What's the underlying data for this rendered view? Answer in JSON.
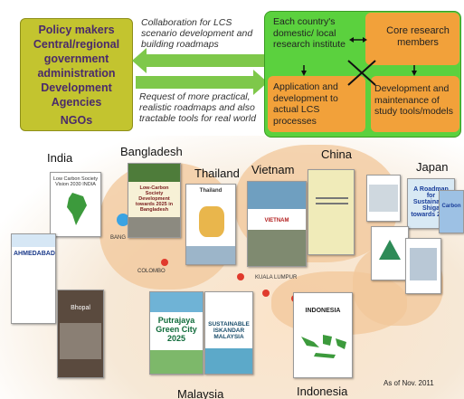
{
  "policy_box": {
    "lines": [
      "Policy makers",
      "Central/regional",
      "government",
      "administration",
      "Development",
      "Agencies",
      "NGOs"
    ]
  },
  "arrows": {
    "top_label": "Collaboration for LCS scenario development and building roadmaps",
    "bottom_label": "Request of more practical, realistic roadmaps and also tractable tools for real world"
  },
  "research": {
    "institute": "Each country's domestic/ local research institute",
    "core": "Core research members",
    "application": "Application and development to actual LCS processes",
    "development": "Development and maintenance of study tools/models"
  },
  "countries": {
    "india": "India",
    "bangladesh": "Bangladesh",
    "thailand": "Thailand",
    "vietnam": "Vietnam",
    "china": "China",
    "japan": "Japan",
    "malaysia": "Malaysia",
    "indonesia": "Indonesia"
  },
  "documents": {
    "india": "Low Carbon Society Vision 2030 INDIA",
    "ahmedabad": "AHMEDABAD",
    "bhopal": "Bhopal",
    "bangladesh": "Low-Carbon Society Development towards 2025 in Bangladesh",
    "thailand": "Thailand",
    "vietnam": "VIETNAM",
    "china": "",
    "japan_roadmap": "A Roadmap for Sustainable Shiga towards 2030",
    "japan_small": "Carbon",
    "putrajaya": "Putrajaya Green City 2025",
    "iskandar": "SUSTAINABLE ISKANDAR MALAYSIA",
    "indonesia": "INDONESIA"
  },
  "cities": {
    "bangkok_partial": "BANG",
    "colombo": "COLOMBO",
    "kuala_lumpur": "KUALA LUMPUR"
  },
  "footer": {
    "as_of": "As of  Nov. 2011"
  }
}
